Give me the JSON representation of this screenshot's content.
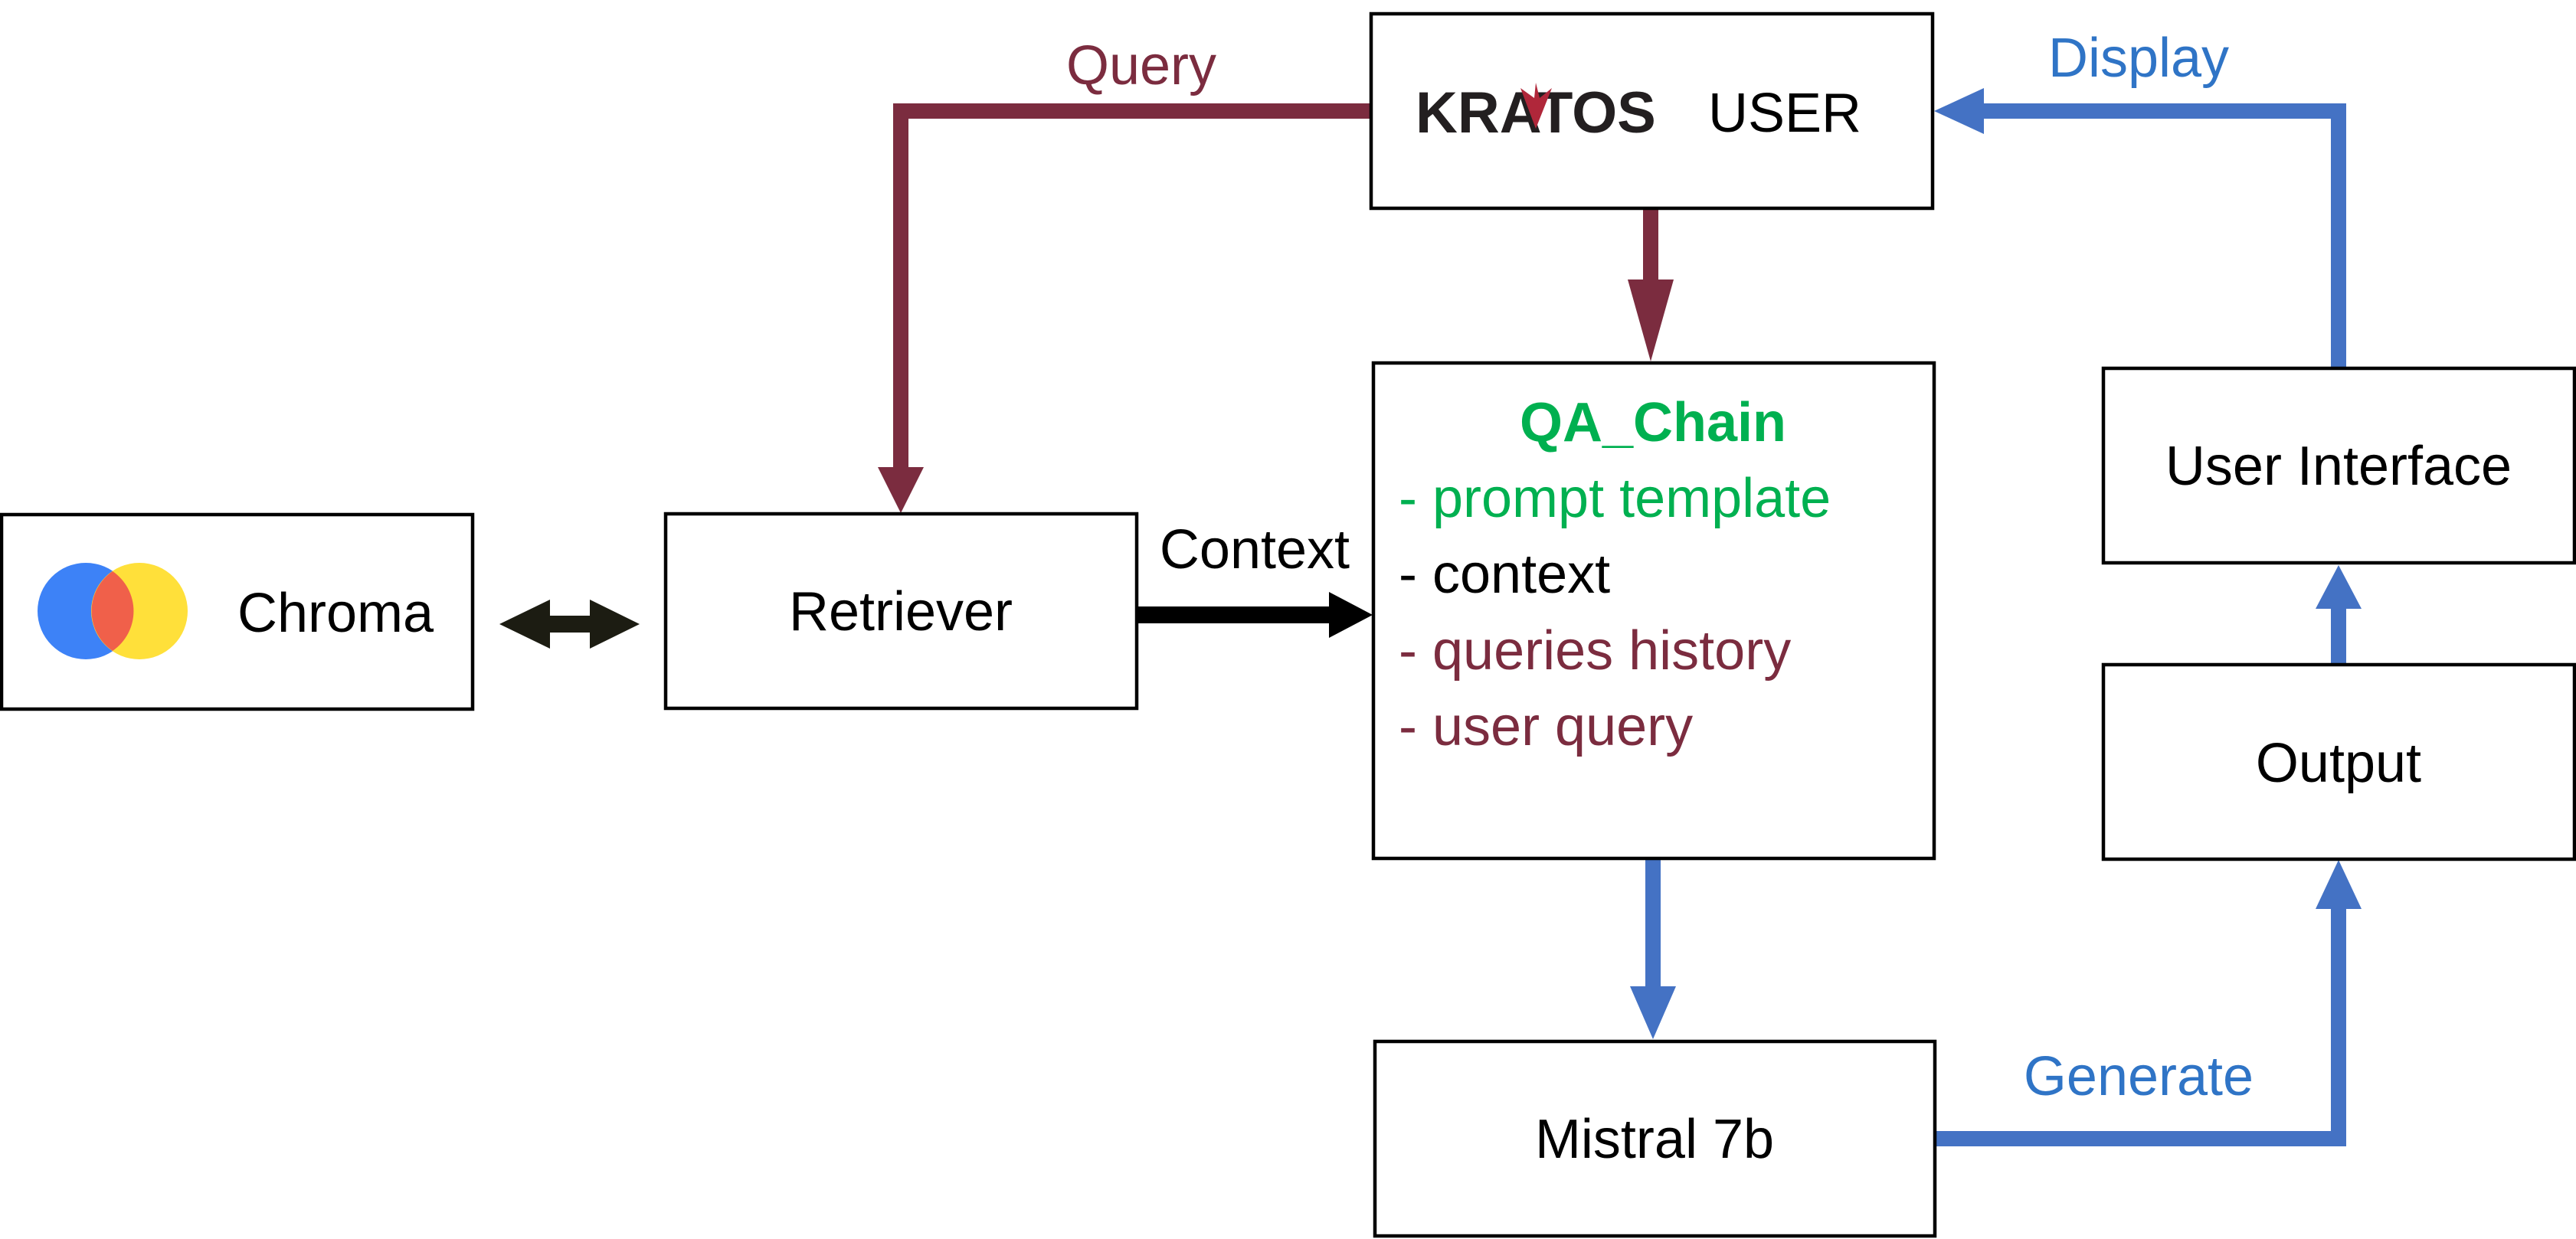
{
  "nodes": {
    "user": {
      "brand": "KRATOS",
      "label": "USER"
    },
    "chroma": {
      "label": "Chroma"
    },
    "retriever": {
      "label": "Retriever"
    },
    "qa_chain": {
      "title": "QA_Chain",
      "items": [
        {
          "text": "- prompt template",
          "color": "#00b050"
        },
        {
          "text": "- context",
          "color": "#000000"
        },
        {
          "text": "- queries history",
          "color": "#7b2c3f"
        },
        {
          "text": "- user query",
          "color": "#7b2c3f"
        }
      ]
    },
    "user_interface": {
      "label": "User Interface"
    },
    "output": {
      "label": "Output"
    },
    "mistral": {
      "label": "Mistral 7b"
    }
  },
  "edges": {
    "query": "Query",
    "display": "Display",
    "context": "Context",
    "generate": "Generate"
  },
  "colors": {
    "maroon": "#7b2c3f",
    "blue": "#4472c4",
    "blue_text": "#2f74c6",
    "green": "#00b050",
    "black": "#000000",
    "dark_arrow": "#1c1c12",
    "chroma_blue": "#3d82f7",
    "chroma_orange": "#f0604a",
    "chroma_yellow": "#ffe03a",
    "kratos_red": "#b0273a"
  }
}
